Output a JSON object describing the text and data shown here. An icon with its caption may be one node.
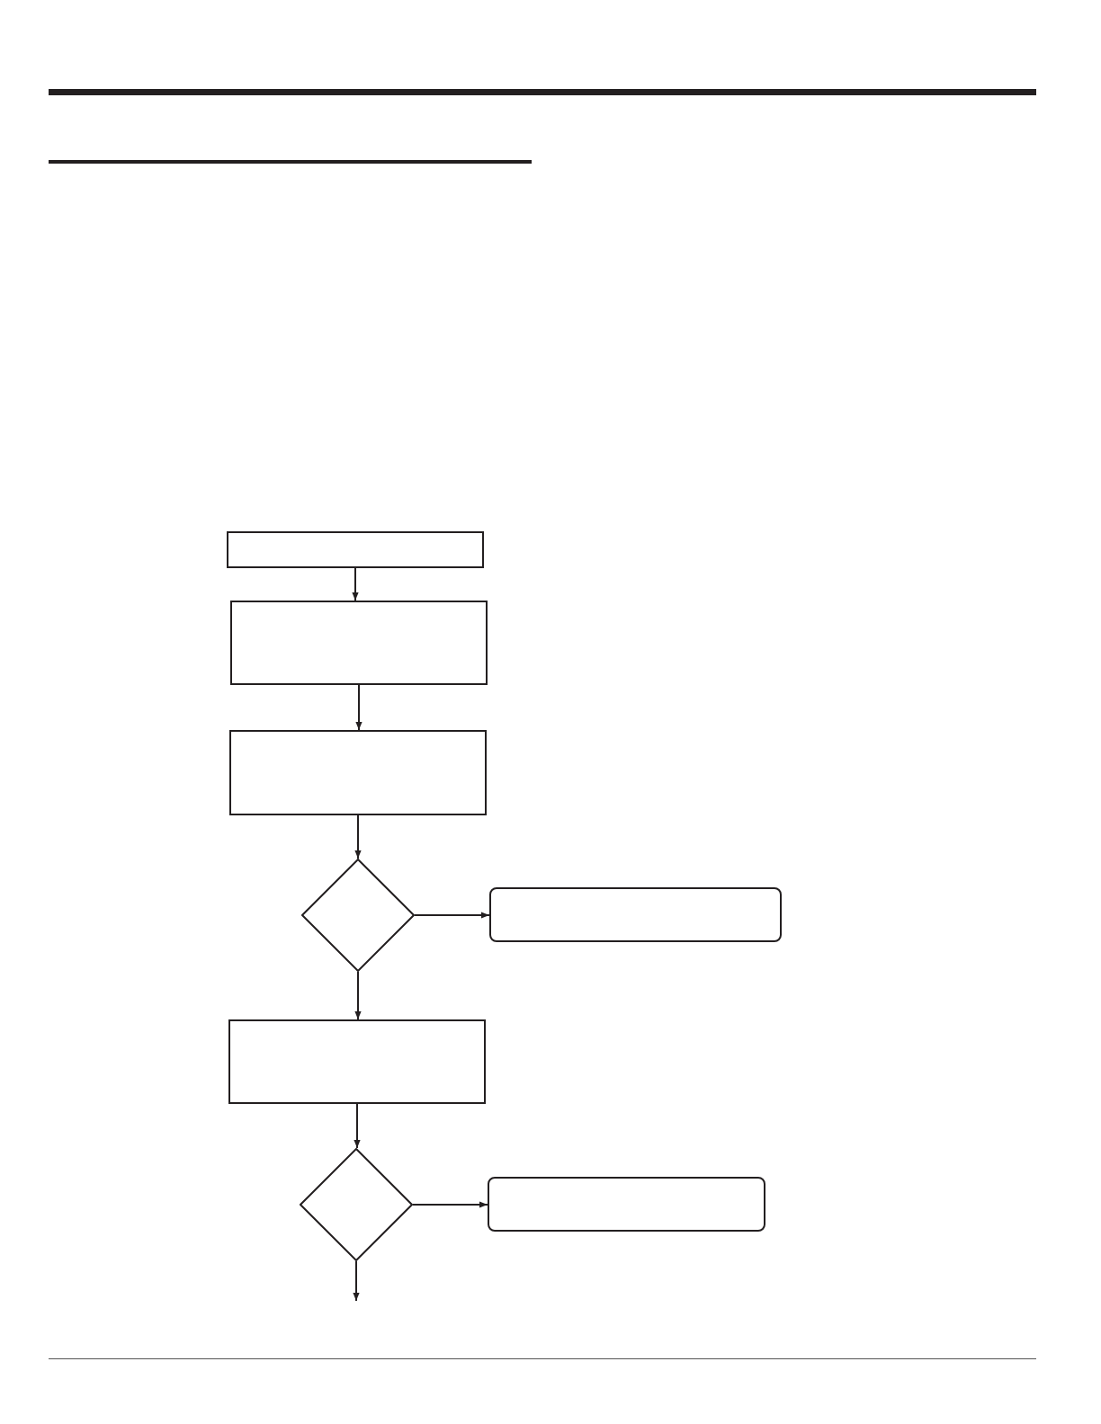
{
  "diagram": {
    "nodes": [
      {
        "text": [],
        "shape": "box"
      },
      {
        "text": [],
        "shape": "box"
      },
      {
        "text": [],
        "shape": "box"
      },
      {
        "text": [],
        "shape": "diamond"
      },
      {
        "text": [],
        "shape": "rounded-box"
      },
      {
        "text": [],
        "shape": "box"
      },
      {
        "text": [],
        "shape": "diamond"
      },
      {
        "text": [],
        "shape": "rounded-box"
      }
    ],
    "edges": [
      {
        "from": 0,
        "to": 1,
        "arrow": "to"
      },
      {
        "from": 1,
        "to": 2,
        "arrow": "to"
      },
      {
        "from": 2,
        "to": 3,
        "arrow": "to"
      },
      {
        "from": 3,
        "to": 4,
        "arrow": "to"
      },
      {
        "from": 3,
        "to": 5,
        "arrow": "to"
      },
      {
        "from": 5,
        "to": 6,
        "arrow": "to"
      },
      {
        "from": 6,
        "to": 7,
        "arrow": "to"
      },
      {
        "from": 6,
        "to": null,
        "arrow": "to"
      }
    ]
  }
}
